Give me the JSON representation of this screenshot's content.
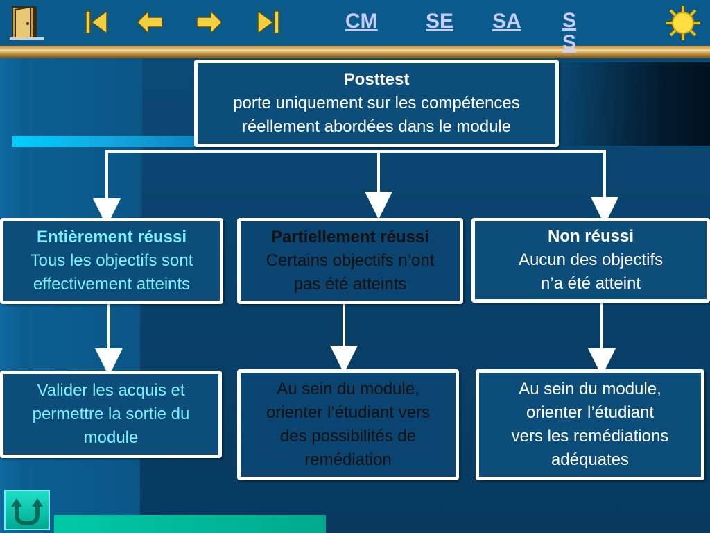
{
  "nav": {
    "links": [
      {
        "id": "cm",
        "label": "CM"
      },
      {
        "id": "se",
        "label": "SE"
      },
      {
        "id": "sa",
        "label": "SA"
      },
      {
        "id": "ss",
        "label": "S S"
      }
    ],
    "icons": [
      "exit-door-icon",
      "first-slide-icon",
      "previous-slide-icon",
      "next-slide-icon",
      "last-slide-icon",
      "sun-icon"
    ]
  },
  "top_box": {
    "title": "Posttest",
    "line1": "porte uniquement sur les compétences",
    "line2": "réellement abordées dans le module"
  },
  "level2": [
    {
      "title": "Entièrement réussi",
      "line1": "Tous les objectifs sont",
      "line2": "effectivement atteints"
    },
    {
      "title": "Partiellement réussi",
      "line1": "Certains objectifs n’ont",
      "line2": "pas été atteints"
    },
    {
      "title": "Non réussi",
      "line1": "Aucun des objectifs",
      "line2": "n’a été atteint"
    }
  ],
  "level3": [
    {
      "line1": "Valider les acquis et",
      "line2": "permettre la sortie du",
      "line3": "module"
    },
    {
      "line1": "Au sein du module,",
      "line2": "orienter l’étudiant vers",
      "line3": "des possibilités de",
      "line4": "remédiation"
    },
    {
      "line1": "Au sein du module,",
      "line2": "orienter l’étudiant",
      "line3": "vers les remédiations",
      "line4": "adéquates"
    }
  ],
  "colors": {
    "cyan_text": "#7ff2ff",
    "dark_text": "#111111",
    "white_text": "#ffffff",
    "nav_link": "#c9ccff"
  }
}
